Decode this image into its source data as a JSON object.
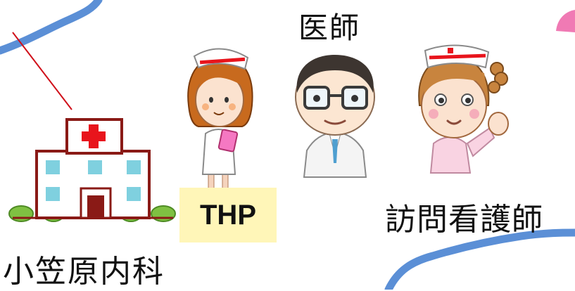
{
  "labels": {
    "doctor": "医師",
    "thp": "THP",
    "visiting_nurse": "訪問看護師",
    "clinic": "小笠原内科"
  },
  "icons": [
    "hospital-icon",
    "nurse-icon",
    "doctor-icon",
    "visiting-nurse-icon"
  ],
  "colors": {
    "river": "#5b8fd6",
    "connector_line": "#d0101a",
    "thp_background": "#fff6b8",
    "hospital_cross": "#e8141c",
    "hospital_outline": "#8a1a16",
    "pink_blob": "#f07ab4"
  }
}
